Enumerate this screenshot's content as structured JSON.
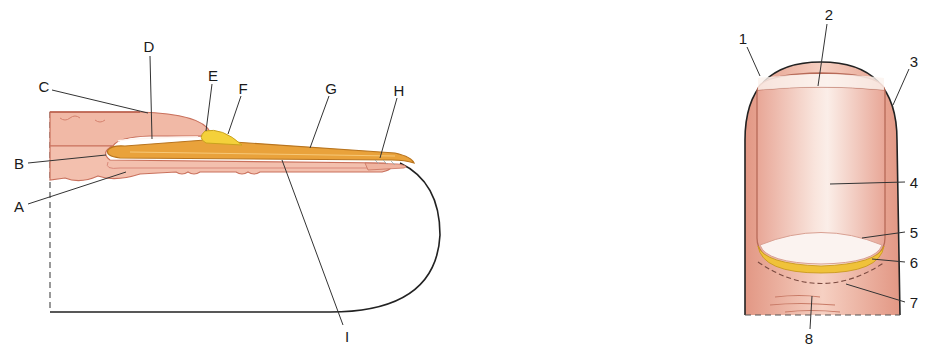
{
  "diagram": {
    "labels": [
      "C",
      "D",
      "E",
      "F",
      "G",
      "H",
      "B",
      "A",
      "I",
      "1",
      "2",
      "3",
      "4",
      "5",
      "6",
      "7",
      "8"
    ]
  }
}
